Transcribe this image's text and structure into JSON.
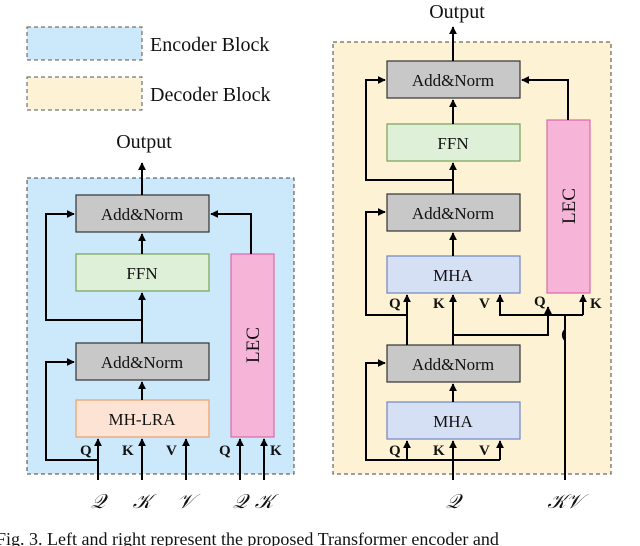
{
  "legend": {
    "encoder_label": "Encoder Block",
    "decoder_label": "Decoder Block"
  },
  "encoder": {
    "output_label": "Output",
    "add_norm_top": "Add&Norm",
    "ffn": "FFN",
    "add_norm_bottom": "Add&Norm",
    "attention": "MH-LRA",
    "lec": "LEC",
    "q": "Q",
    "k": "K",
    "v": "V",
    "lec_q": "Q",
    "lec_k": "K",
    "input_q": "𝒬",
    "input_k": "𝒦",
    "input_v": "𝒱",
    "input_lec_q": "𝒬",
    "input_lec_k": "𝒦"
  },
  "decoder": {
    "output_label": "Output",
    "add_norm_top": "Add&Norm",
    "ffn": "FFN",
    "add_norm_mid": "Add&Norm",
    "mha_top": "MHA",
    "add_norm_bottom": "Add&Norm",
    "mha_bottom": "MHA",
    "lec": "LEC",
    "mha_top_q": "Q",
    "mha_top_k": "K",
    "mha_top_v": "V",
    "lec_q": "Q",
    "lec_k": "K",
    "mha_bottom_q": "Q",
    "mha_bottom_k": "K",
    "mha_bottom_v": "V",
    "input_q": "𝒬",
    "input_kv": "𝒦𝒱"
  },
  "caption": "Fig. 3.    Left and right represent the proposed Transformer encoder and",
  "colors": {
    "encoder_bg": "#cce8fb",
    "decoder_bg": "#fdf2d3",
    "addnorm_fill": "#c8c8c8",
    "ffn_fill": "#def0d8",
    "ffn_stroke": "#78a05a",
    "mhlra_fill": "#fde3d3",
    "mhlra_stroke": "#e8a070",
    "mha_fill": "#d6e0f5",
    "mha_stroke": "#6f86c0",
    "lec_fill": "#f7b4d9",
    "lec_stroke": "#d86aa8"
  }
}
